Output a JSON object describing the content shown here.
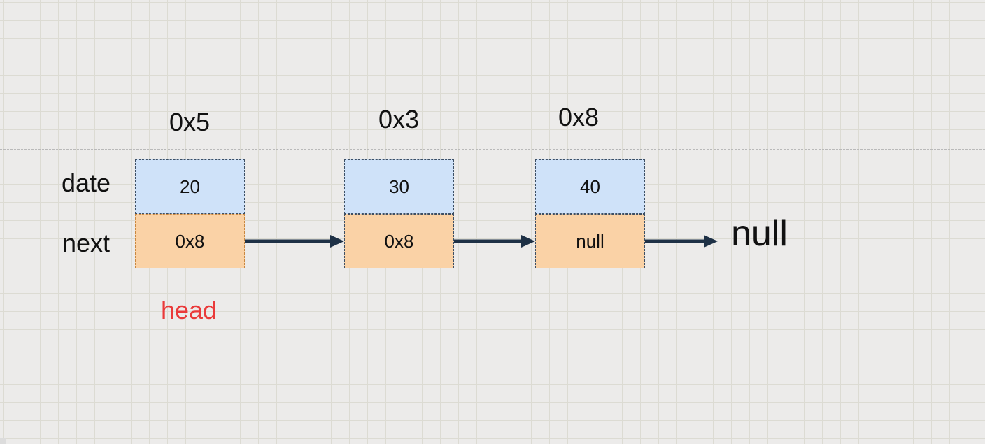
{
  "row_labels": {
    "data": "date",
    "next": "next"
  },
  "nodes": [
    {
      "address": "0x5",
      "data": "20",
      "next": "0x8"
    },
    {
      "address": "0x3",
      "data": "30",
      "next": "0x8"
    },
    {
      "address": "0x8",
      "data": "40",
      "next": "null"
    }
  ],
  "terminal": "null",
  "head_label": "head",
  "colors": {
    "data_fill": "#cfe2f9",
    "next_fill": "#fad2a6",
    "arrow": "#1e3146",
    "head_text": "#ea3a3a",
    "background": "#ecebea"
  }
}
